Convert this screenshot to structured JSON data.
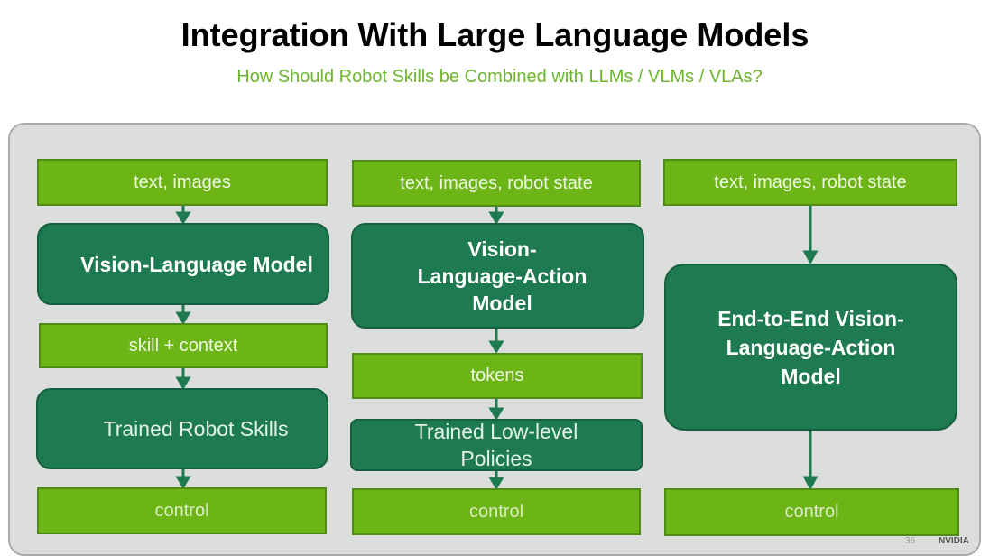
{
  "title": "Integration With Large Language Models",
  "subtitle": "How Should Robot Skills be Combined with LLMs / VLMs / VLAs?",
  "columns": [
    {
      "input": "text, images",
      "model": "Vision-Language Model",
      "middle": "skill + context",
      "skills": "Trained Robot Skills",
      "output": "control"
    },
    {
      "input": "text, images, robot state",
      "model": "Vision-Language-Action Model",
      "middle": "tokens",
      "skills": "Trained Low-level Policies",
      "output": "control"
    },
    {
      "input": "text, images, robot state",
      "model": "End-to-End Vision-Language-Action Model",
      "output": "control"
    }
  ],
  "footer": {
    "page": "36",
    "logo": "NVIDIA"
  },
  "colors": {
    "light_green": "#6db516",
    "dark_green": "#1d7a51",
    "subtitle": "#6cb52c"
  }
}
